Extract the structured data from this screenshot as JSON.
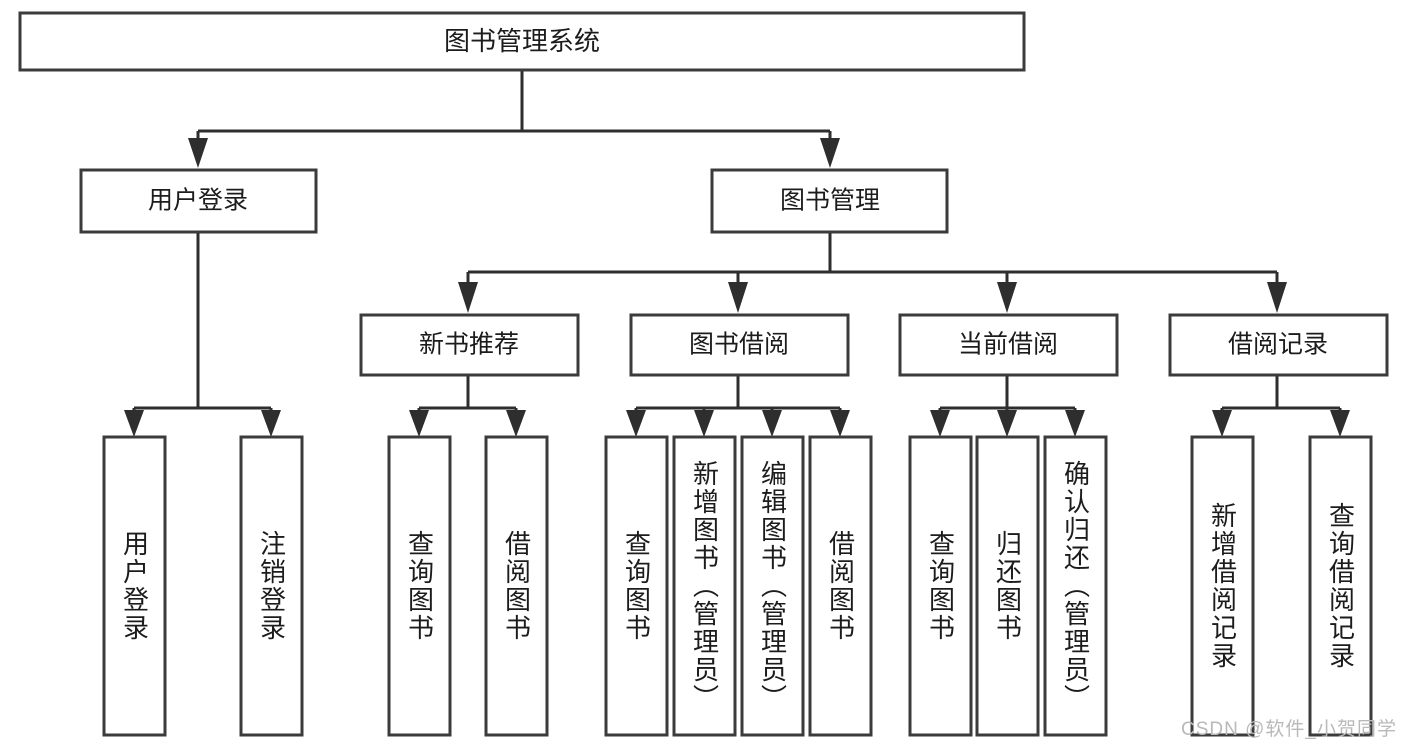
{
  "diagram": {
    "title": "图书管理系统",
    "watermark": "CSDN @软件_小贺同学",
    "colors": {
      "box_stroke": "#3b3b3b",
      "connector": "#2e2e2e",
      "background": "#ffffff",
      "text": "#1c1c1c",
      "watermark": "#b9b9b9"
    },
    "root": {
      "id": "root",
      "label": "图书管理系统"
    },
    "level2": [
      {
        "id": "user-login",
        "label": "用户登录"
      },
      {
        "id": "book-management",
        "label": "图书管理"
      }
    ],
    "level3": [
      {
        "id": "new-book-recommend",
        "label": "新书推荐",
        "parent": "book-management"
      },
      {
        "id": "book-borrow",
        "label": "图书借阅",
        "parent": "book-management"
      },
      {
        "id": "current-borrow",
        "label": "当前借阅",
        "parent": "book-management"
      },
      {
        "id": "borrow-record",
        "label": "借阅记录",
        "parent": "book-management"
      }
    ],
    "leaves": [
      {
        "id": "leaf-user-login",
        "label": "用户登录",
        "parent": "user-login"
      },
      {
        "id": "leaf-logout-login",
        "label": "注销登录",
        "parent": "user-login"
      },
      {
        "id": "leaf-query-book-1",
        "label": "查询图书",
        "parent": "new-book-recommend"
      },
      {
        "id": "leaf-borrow-book-1",
        "label": "借阅图书",
        "parent": "new-book-recommend"
      },
      {
        "id": "leaf-query-book-2",
        "label": "查询图书",
        "parent": "book-borrow"
      },
      {
        "id": "leaf-add-book",
        "label": "新增图书（管理员）",
        "parent": "book-borrow"
      },
      {
        "id": "leaf-edit-book",
        "label": "编辑图书（管理员）",
        "parent": "book-borrow"
      },
      {
        "id": "leaf-borrow-book-2",
        "label": "借阅图书",
        "parent": "book-borrow"
      },
      {
        "id": "leaf-query-book-3",
        "label": "查询图书",
        "parent": "current-borrow"
      },
      {
        "id": "leaf-return-book",
        "label": "归还图书",
        "parent": "current-borrow"
      },
      {
        "id": "leaf-confirm-return",
        "label": "确认归还（管理员）",
        "parent": "current-borrow"
      },
      {
        "id": "leaf-add-record",
        "label": "新增借阅记录",
        "parent": "borrow-record"
      },
      {
        "id": "leaf-query-record",
        "label": "查询借阅记录",
        "parent": "borrow-record"
      }
    ]
  }
}
